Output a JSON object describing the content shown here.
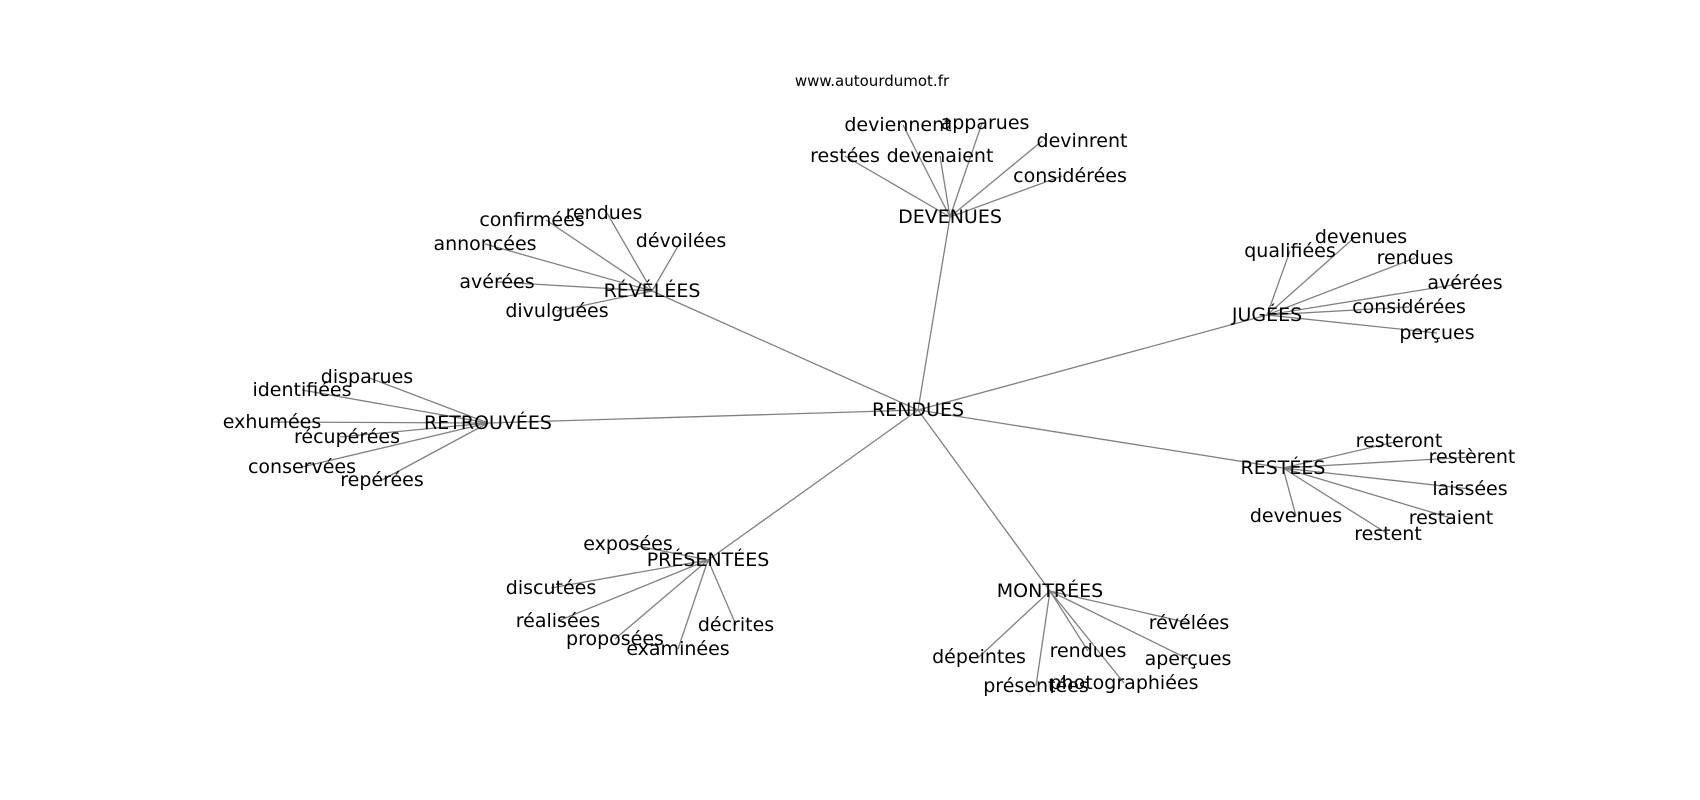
{
  "watermark": "www.autourdumot.fr",
  "graph": {
    "root": "RENDUES",
    "branches": [
      {
        "label": "DEVENUES",
        "leaves": [
          "deviennent",
          "apparues",
          "devinrent",
          "restées",
          "devenaient",
          "considérées"
        ]
      },
      {
        "label": "RÉVÉLÉES",
        "leaves": [
          "confirmées",
          "rendues",
          "dévoilées",
          "annoncées",
          "avérées",
          "divulguées"
        ]
      },
      {
        "label": "JUGÉES",
        "leaves": [
          "qualifiées",
          "devenues",
          "rendues",
          "avérées",
          "considérées",
          "perçues"
        ]
      },
      {
        "label": "RETROUVÉES",
        "leaves": [
          "disparues",
          "identifiées",
          "exhumées",
          "récupérées",
          "conservées",
          "repérées"
        ]
      },
      {
        "label": "RESTÉES",
        "leaves": [
          "resteront",
          "restèrent",
          "laissées",
          "restaient",
          "devenues",
          "restent"
        ]
      },
      {
        "label": "PRÉSENTÉES",
        "leaves": [
          "exposées",
          "discutées",
          "réalisées",
          "proposées",
          "examinées",
          "décrites"
        ]
      },
      {
        "label": "MONTRÉES",
        "leaves": [
          "révélées",
          "rendues",
          "aperçues",
          "dépeintes",
          "présentées",
          "photographiées"
        ]
      }
    ]
  }
}
